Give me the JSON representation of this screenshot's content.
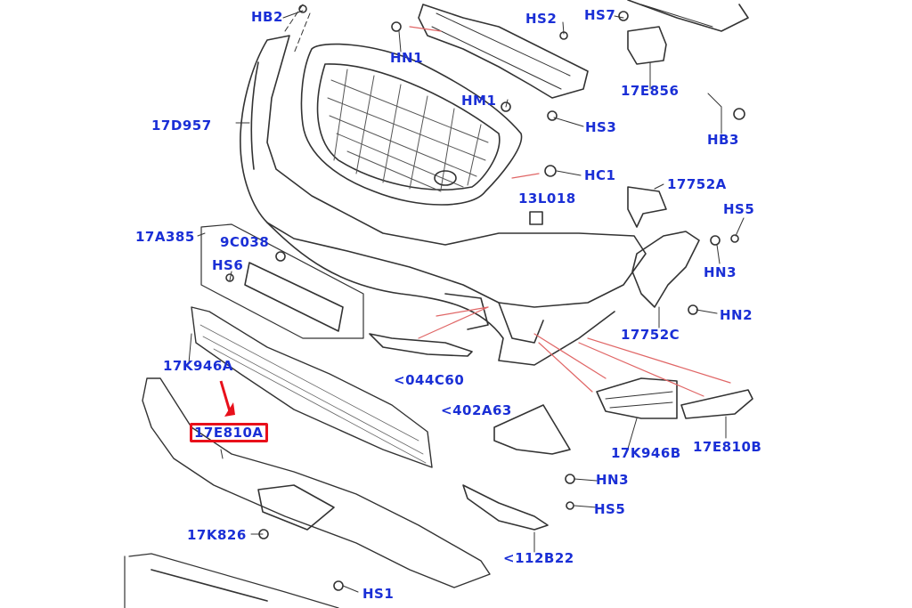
{
  "labels": {
    "hb2": "HB2",
    "hn1": "HN1",
    "hs2": "HS2",
    "hs7": "HS7",
    "p17e856": "17E856",
    "hm1": "HM1",
    "hs3": "HS3",
    "hb3": "HB3",
    "p17d957": "17D957",
    "hc1": "HC1",
    "p17752a": "17752A",
    "p13l018": "13L018",
    "hs5_top": "HS5",
    "p17a385": "17A385",
    "p9c038": "9C038",
    "hs6": "HS6",
    "hn3_right": "HN3",
    "hn2": "HN2",
    "p17752c": "17752C",
    "p17k946a": "17K946A",
    "p044c60": "<044C60",
    "p402a63": "<402A63",
    "p17e810a": "17E810A",
    "p17k946b": "17K946B",
    "p17e810b": "17E810B",
    "hn3_mid": "HN3",
    "hs5_mid": "HS5",
    "p17k826": "17K826",
    "p112b22": "<112B22",
    "hs1": "HS1"
  },
  "colors": {
    "label": "#1a2fd6",
    "highlight": "#e8101b",
    "line": "#333333",
    "leader_red": "#e06666"
  },
  "highlight": {
    "target": "17E810A",
    "marker": "red-arrow-and-box"
  }
}
